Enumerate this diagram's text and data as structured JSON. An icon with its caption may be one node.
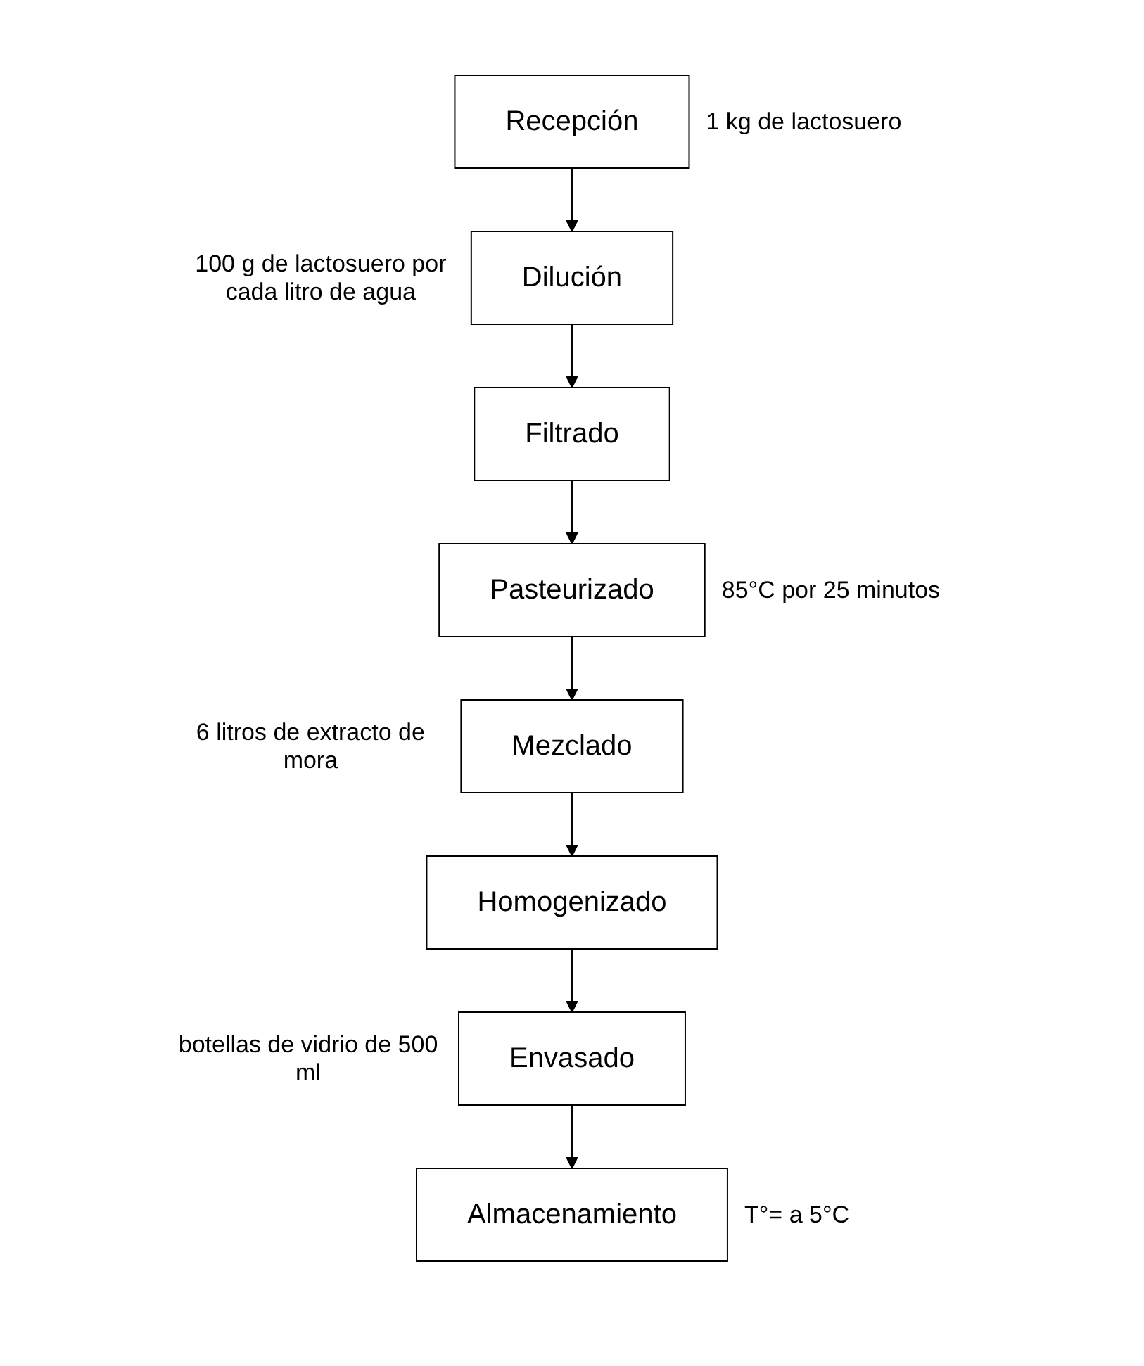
{
  "diagram": {
    "nodes": [
      {
        "text": [
          "Recepción"
        ],
        "beside": [
          "1 kg de lactosuero"
        ]
      },
      {
        "text": [
          "Dilución"
        ],
        "beside": [
          "100 g de lactosuero por cada litro de agua"
        ]
      },
      {
        "text": [
          "Filtrado"
        ]
      },
      {
        "text": [
          "Pasteurizado"
        ],
        "beside": [
          "85°C por 25 minutos"
        ]
      },
      {
        "text": [
          "Mezclado"
        ],
        "beside": [
          "6 litros de extracto de mora"
        ]
      },
      {
        "text": [
          "Homogenizado"
        ]
      },
      {
        "text": [
          "Envasado"
        ],
        "beside": [
          "botellas de vidrio de 500 ml"
        ]
      },
      {
        "text": [
          "Almacenamiento"
        ],
        "beside": [
          "T°= a 5°C"
        ]
      }
    ],
    "edges": [
      {
        "from": 0,
        "to": 1,
        "arrow": "to"
      },
      {
        "from": 1,
        "to": 2,
        "arrow": "to"
      },
      {
        "from": 2,
        "to": 3,
        "arrow": "to"
      },
      {
        "from": 3,
        "to": 4,
        "arrow": "to"
      },
      {
        "from": 4,
        "to": 5,
        "arrow": "to"
      },
      {
        "from": 5,
        "to": 6,
        "arrow": "to"
      },
      {
        "from": 6,
        "to": 7,
        "arrow": "to"
      }
    ]
  }
}
